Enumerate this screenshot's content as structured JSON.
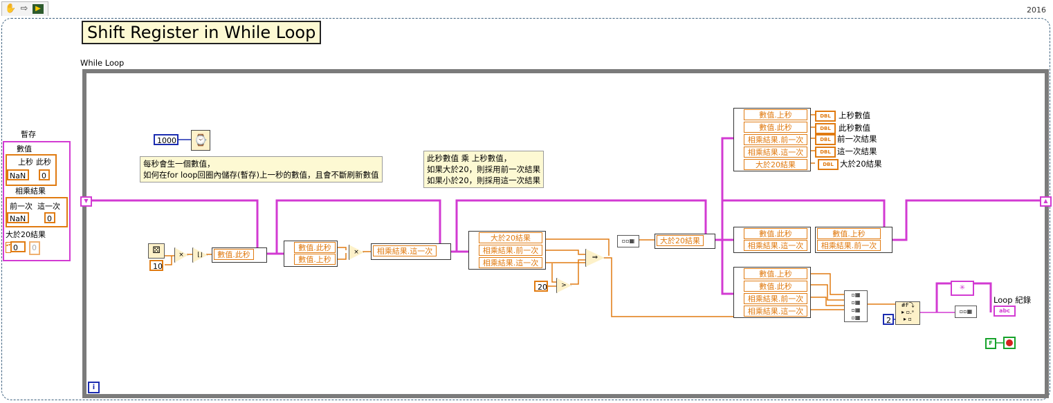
{
  "toolbar": {
    "version": "2016"
  },
  "diagram": {
    "title": "Shift Register in While Loop",
    "loop_label": "While Loop",
    "iteration_terminal": "i"
  },
  "left_cluster": {
    "group_label": "暫存",
    "values": {
      "label": "數值",
      "prev_label": "上秒",
      "curr_label": "此秒",
      "prev_value": "NaN",
      "curr_value": "0"
    },
    "results": {
      "label": "相乘結果",
      "prev_label": "前一次",
      "curr_label": "這一次",
      "prev_value": "NaN",
      "curr_value": "0"
    },
    "gt20": {
      "label": "大於20結果",
      "value": "0",
      "indicator_value": "0"
    }
  },
  "wait": {
    "constant": "1000",
    "comment_line1": "每秒會生一個數值，",
    "comment_line2": "如何在for loop回圈內儲存(暫存)上一秒的數值，且會不斷刷新數值"
  },
  "comment2": {
    "line1": "此秒數值  乘  上秒數值，",
    "line2": "如果大於20，則採用前一次結果",
    "line3": "如果小於20，則採用這一次結果"
  },
  "random": {
    "constant": "10"
  },
  "compare": {
    "constant": "20"
  },
  "bundles": {
    "b1": "數值.此秒",
    "b2a": "數值.此秒",
    "b2b": "數值.上秒",
    "b3": "相乘結果.這一次",
    "b4a": "大於20結果",
    "b4b": "相乘結果.前一次",
    "b4c": "相乘結果.這一次",
    "b5": "大於20結果",
    "b6a": "數值.此秒",
    "b6b": "相乘結果.這一次",
    "b7a": "數值.上秒",
    "b7b": "相乘結果.前一次"
  },
  "indicators": {
    "group_rows": [
      "數值.上秒",
      "數值.此秒",
      "相乘結果.前一次",
      "相乘結果.這一次",
      "大於20結果"
    ],
    "dbl_text": "DBL",
    "labels": [
      "上秒數值",
      "此秒數值",
      "前一次結果",
      "這一次結果",
      "大於20結果"
    ]
  },
  "unbundle_lower": {
    "rows": [
      "數值.上秒",
      "數值.此秒",
      "相乘結果.前一次",
      "相乘結果.這一次"
    ]
  },
  "format": {
    "constant": "2",
    "log_label": "Loop 紀錄",
    "log_type": "abc"
  },
  "stop": {
    "false_const": "F"
  },
  "colors": {
    "cluster_pink": "#d23ad2",
    "numeric_orange": "#e07a10",
    "integer_blue": "#1a2bb0",
    "boolean_green": "#16a22a",
    "loop_gray": "#7b7b7b",
    "comment_bg": "#fdf9d3"
  }
}
